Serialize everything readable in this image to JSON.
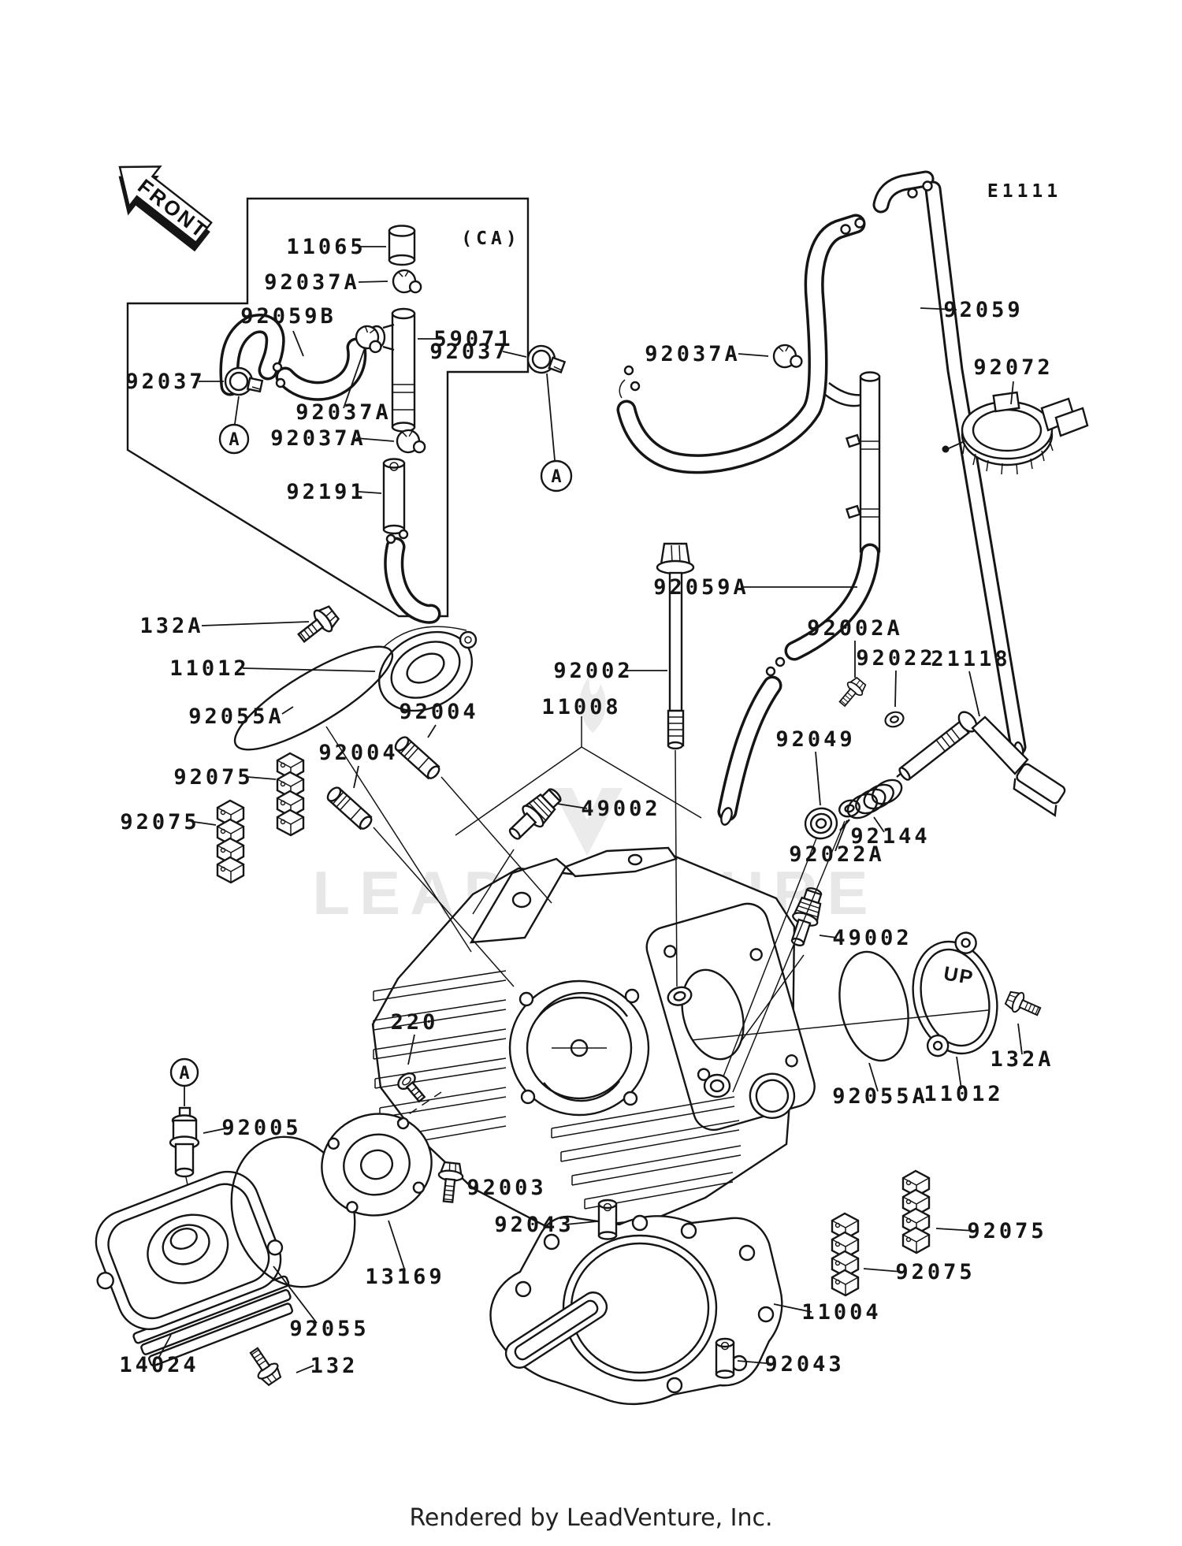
{
  "meta": {
    "code": "E1111",
    "region_label": "(CA)",
    "front": "FRONT",
    "up": "UP",
    "marker": "A",
    "watermark": "LEADVENTURE",
    "footer": "Rendered by LeadVenture, Inc."
  },
  "labels": [
    {
      "number": "11065"
    },
    {
      "number": "92037A"
    },
    {
      "number": "92059B"
    },
    {
      "number": "59071"
    },
    {
      "number": "92037"
    },
    {
      "number": "92037A"
    },
    {
      "number": "92037A"
    },
    {
      "number": "92191"
    },
    {
      "number": "92037"
    },
    {
      "number": "92037A"
    },
    {
      "number": "92059A"
    },
    {
      "number": "92059"
    },
    {
      "number": "92072"
    },
    {
      "number": "132A"
    },
    {
      "number": "11012"
    },
    {
      "number": "92055A"
    },
    {
      "number": "92004"
    },
    {
      "number": "92004"
    },
    {
      "number": "92075"
    },
    {
      "number": "92075"
    },
    {
      "number": "92002"
    },
    {
      "number": "11008"
    },
    {
      "number": "49002"
    },
    {
      "number": "92002A"
    },
    {
      "number": "92022"
    },
    {
      "number": "21118"
    },
    {
      "number": "92049"
    },
    {
      "number": "92144"
    },
    {
      "number": "92022A"
    },
    {
      "number": "49002"
    },
    {
      "number": "220"
    },
    {
      "number": "92005"
    },
    {
      "number": "92003"
    },
    {
      "number": "92043"
    },
    {
      "number": "13169"
    },
    {
      "number": "92055"
    },
    {
      "number": "14024"
    },
    {
      "number": "132"
    },
    {
      "number": "92055A"
    },
    {
      "number": "11012"
    },
    {
      "number": "132A"
    },
    {
      "number": "11004"
    },
    {
      "number": "92043"
    },
    {
      "number": "92075"
    },
    {
      "number": "92075"
    }
  ]
}
